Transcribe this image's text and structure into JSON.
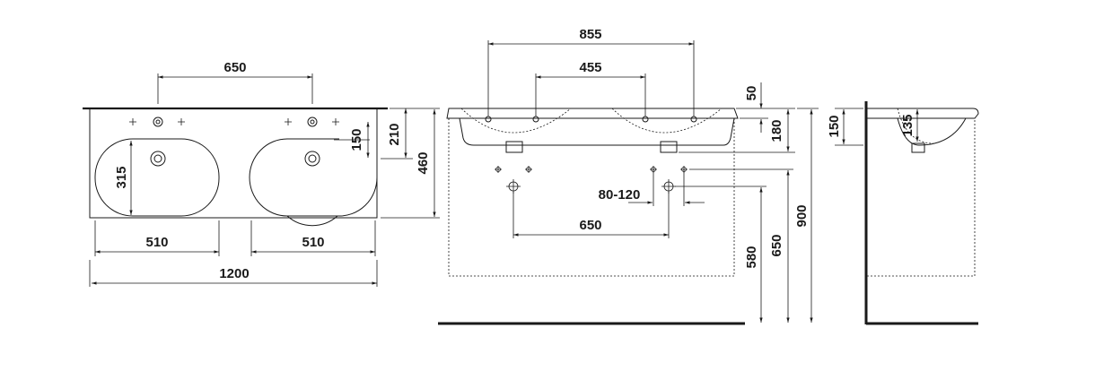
{
  "colors": {
    "line": "#1a1a1a",
    "background": "#ffffff"
  },
  "dimensions": {
    "tap_centres_top": "650",
    "bowl_width_left": "510",
    "bowl_width_right": "510",
    "overall_width": "1200",
    "bowl_depth": "315",
    "tap_to_edge": "150",
    "tap_hole_depth": "210",
    "overall_depth": "460",
    "front_span": "855",
    "front_inner_span": "455",
    "rim_height": "50",
    "basin_height": "180",
    "waste_offset": "80-120",
    "waste_centres": "650",
    "waste_height": "580",
    "supply_height": "650",
    "install_height": "900",
    "side_height": "150",
    "side_bowl_height": "135"
  }
}
